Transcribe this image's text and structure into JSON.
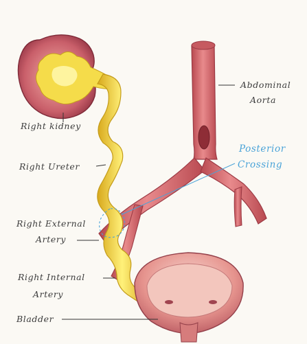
{
  "labels": {
    "right_kidney": "Right kidney",
    "right_ureter": "Right Ureter",
    "right_external_artery_1": "Right External",
    "right_external_artery_2": "Artery",
    "right_internal_artery_1": "Right Internal",
    "right_internal_artery_2": "Artery",
    "bladder": "Bladder",
    "abdominal_aorta_1": "Abdominal",
    "abdominal_aorta_2": "Aorta",
    "posterior_crossing_1": "Posterior",
    "posterior_crossing_2": "Crossing"
  },
  "colors": {
    "background": "#fbf9f4",
    "artery": "#d86a6e",
    "artery_dark": "#a8414a",
    "ureter": "#f2d23a",
    "ureter_light": "#fff3a6",
    "kidney": "#c85a66",
    "bladder": "#d97b7b",
    "label_blue": "#4aa3d8"
  }
}
